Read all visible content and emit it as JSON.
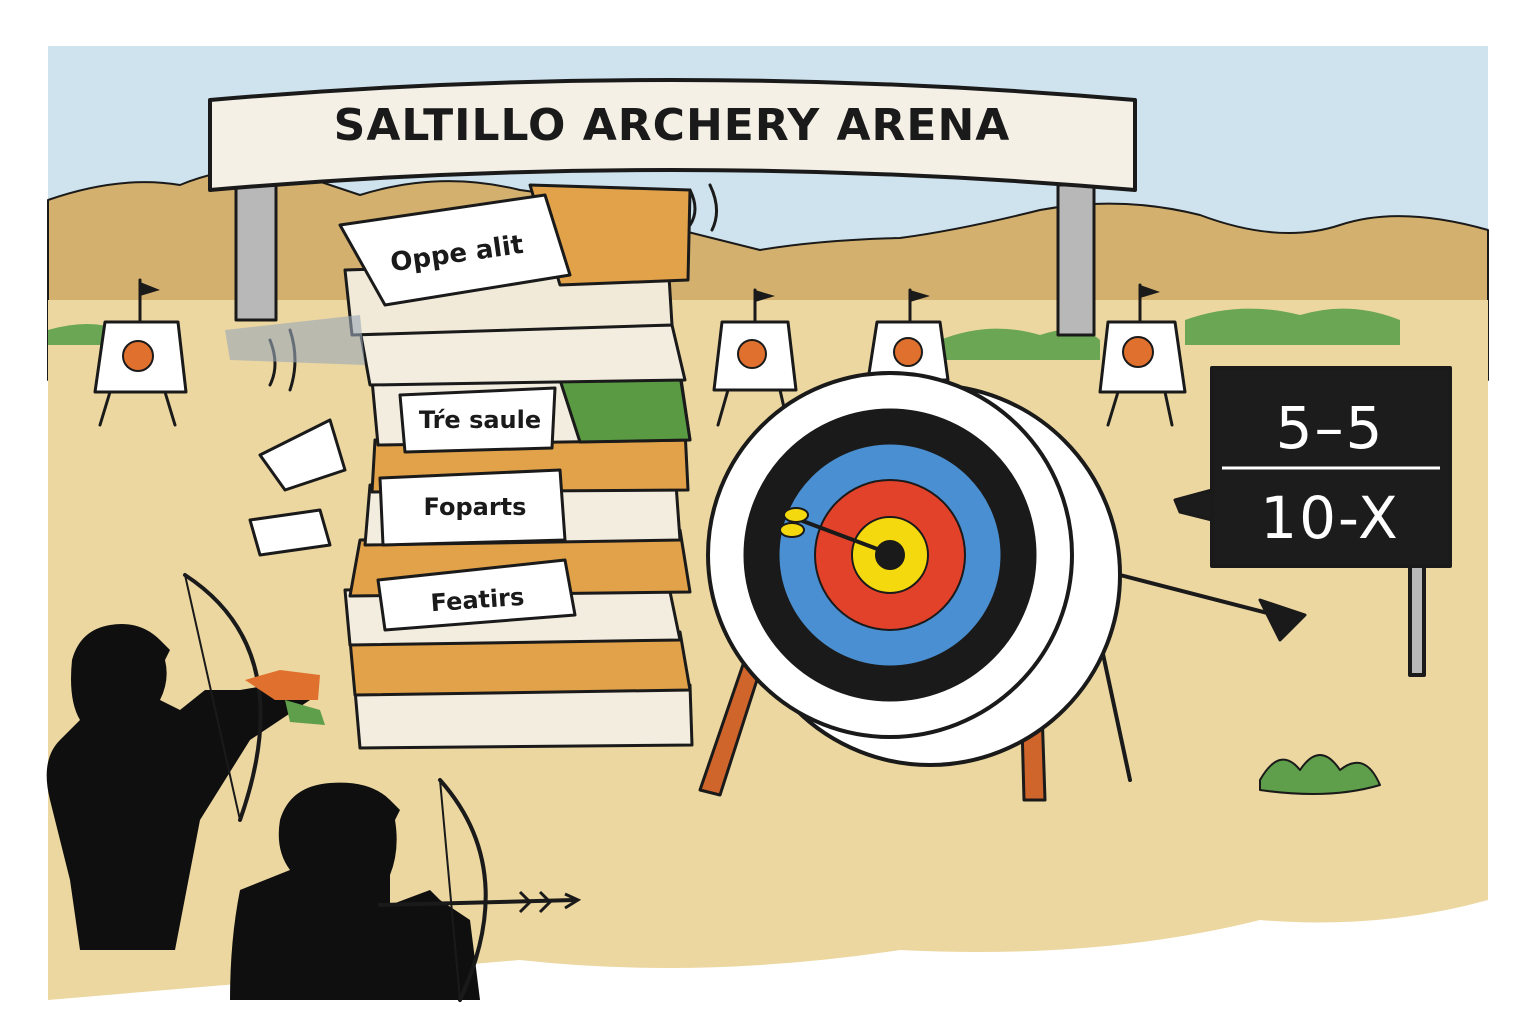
{
  "banner": {
    "title": "SALTILLO ARCHERY ARENA"
  },
  "book_stack": {
    "labels": [
      "Oppe alit",
      "Tŕe saule",
      "Foparts",
      "Featirs"
    ]
  },
  "scoreboard": {
    "line1": "5–5",
    "line2": "10-X"
  },
  "colors": {
    "sky": "#cfe3ee",
    "sand": "#ecd7a0",
    "hills": "#d4b06e",
    "target_gold": "#f5d90f",
    "target_red": "#e2412a",
    "target_blue": "#4a8fd2",
    "scoreboard_bg": "#1c1c1c"
  }
}
